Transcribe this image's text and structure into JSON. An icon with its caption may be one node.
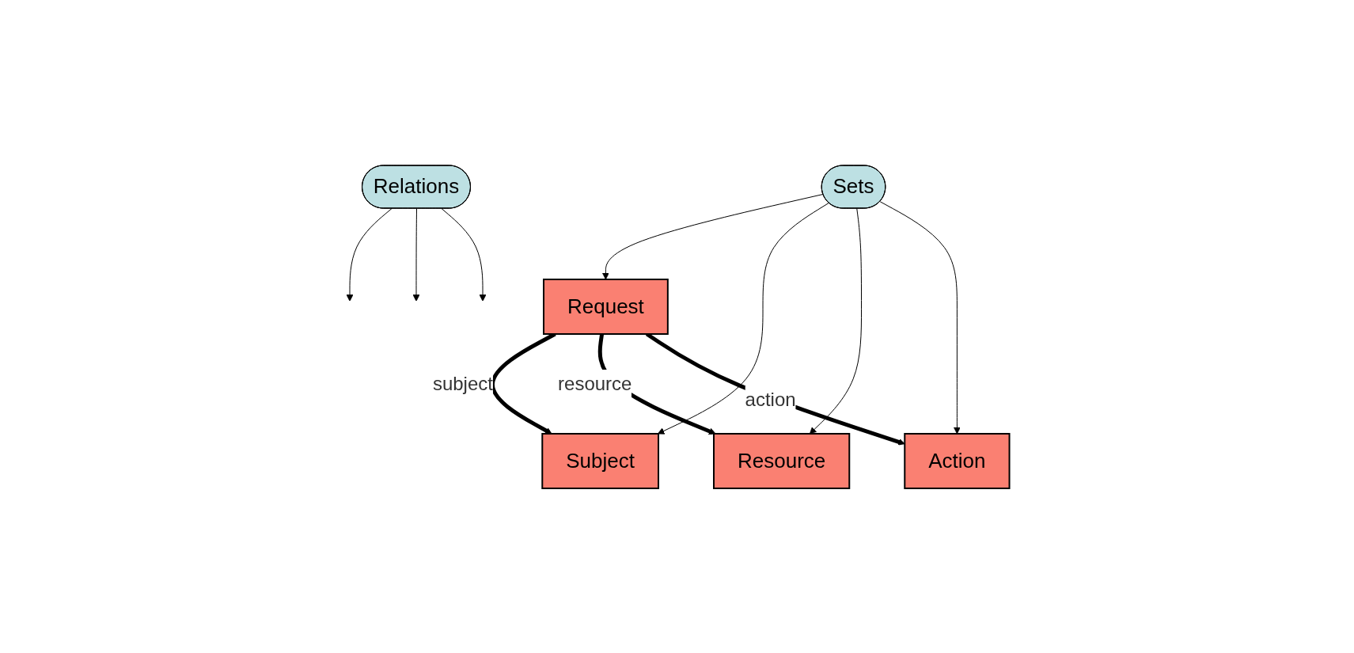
{
  "diagram": {
    "nodes": [
      {
        "text": [
          "Request"
        ]
      },
      {
        "text": [
          "Relations"
        ]
      },
      {
        "text": [
          "Subject"
        ]
      },
      {
        "text": [
          "Resource"
        ]
      },
      {
        "text": [
          "Action"
        ]
      },
      {
        "text": [
          "Sets"
        ]
      }
    ],
    "edges": [
      {
        "from": 0,
        "to": 2,
        "arrow": "to",
        "label": "subject",
        "style": "thick"
      },
      {
        "from": 0,
        "to": 3,
        "arrow": "to",
        "label": "resource",
        "style": "thick"
      },
      {
        "from": 0,
        "to": 4,
        "arrow": "to",
        "label": "action",
        "style": "thick"
      },
      {
        "from": 1,
        "to": null,
        "arrow": "to"
      },
      {
        "from": 1,
        "to": null,
        "arrow": "to"
      },
      {
        "from": 1,
        "to": null,
        "arrow": "to"
      },
      {
        "from": 5,
        "to": 0,
        "arrow": "to"
      },
      {
        "from": 5,
        "to": 2,
        "arrow": "to"
      },
      {
        "from": 5,
        "to": 3,
        "arrow": "to"
      },
      {
        "from": 5,
        "to": 4,
        "arrow": "to"
      }
    ]
  }
}
